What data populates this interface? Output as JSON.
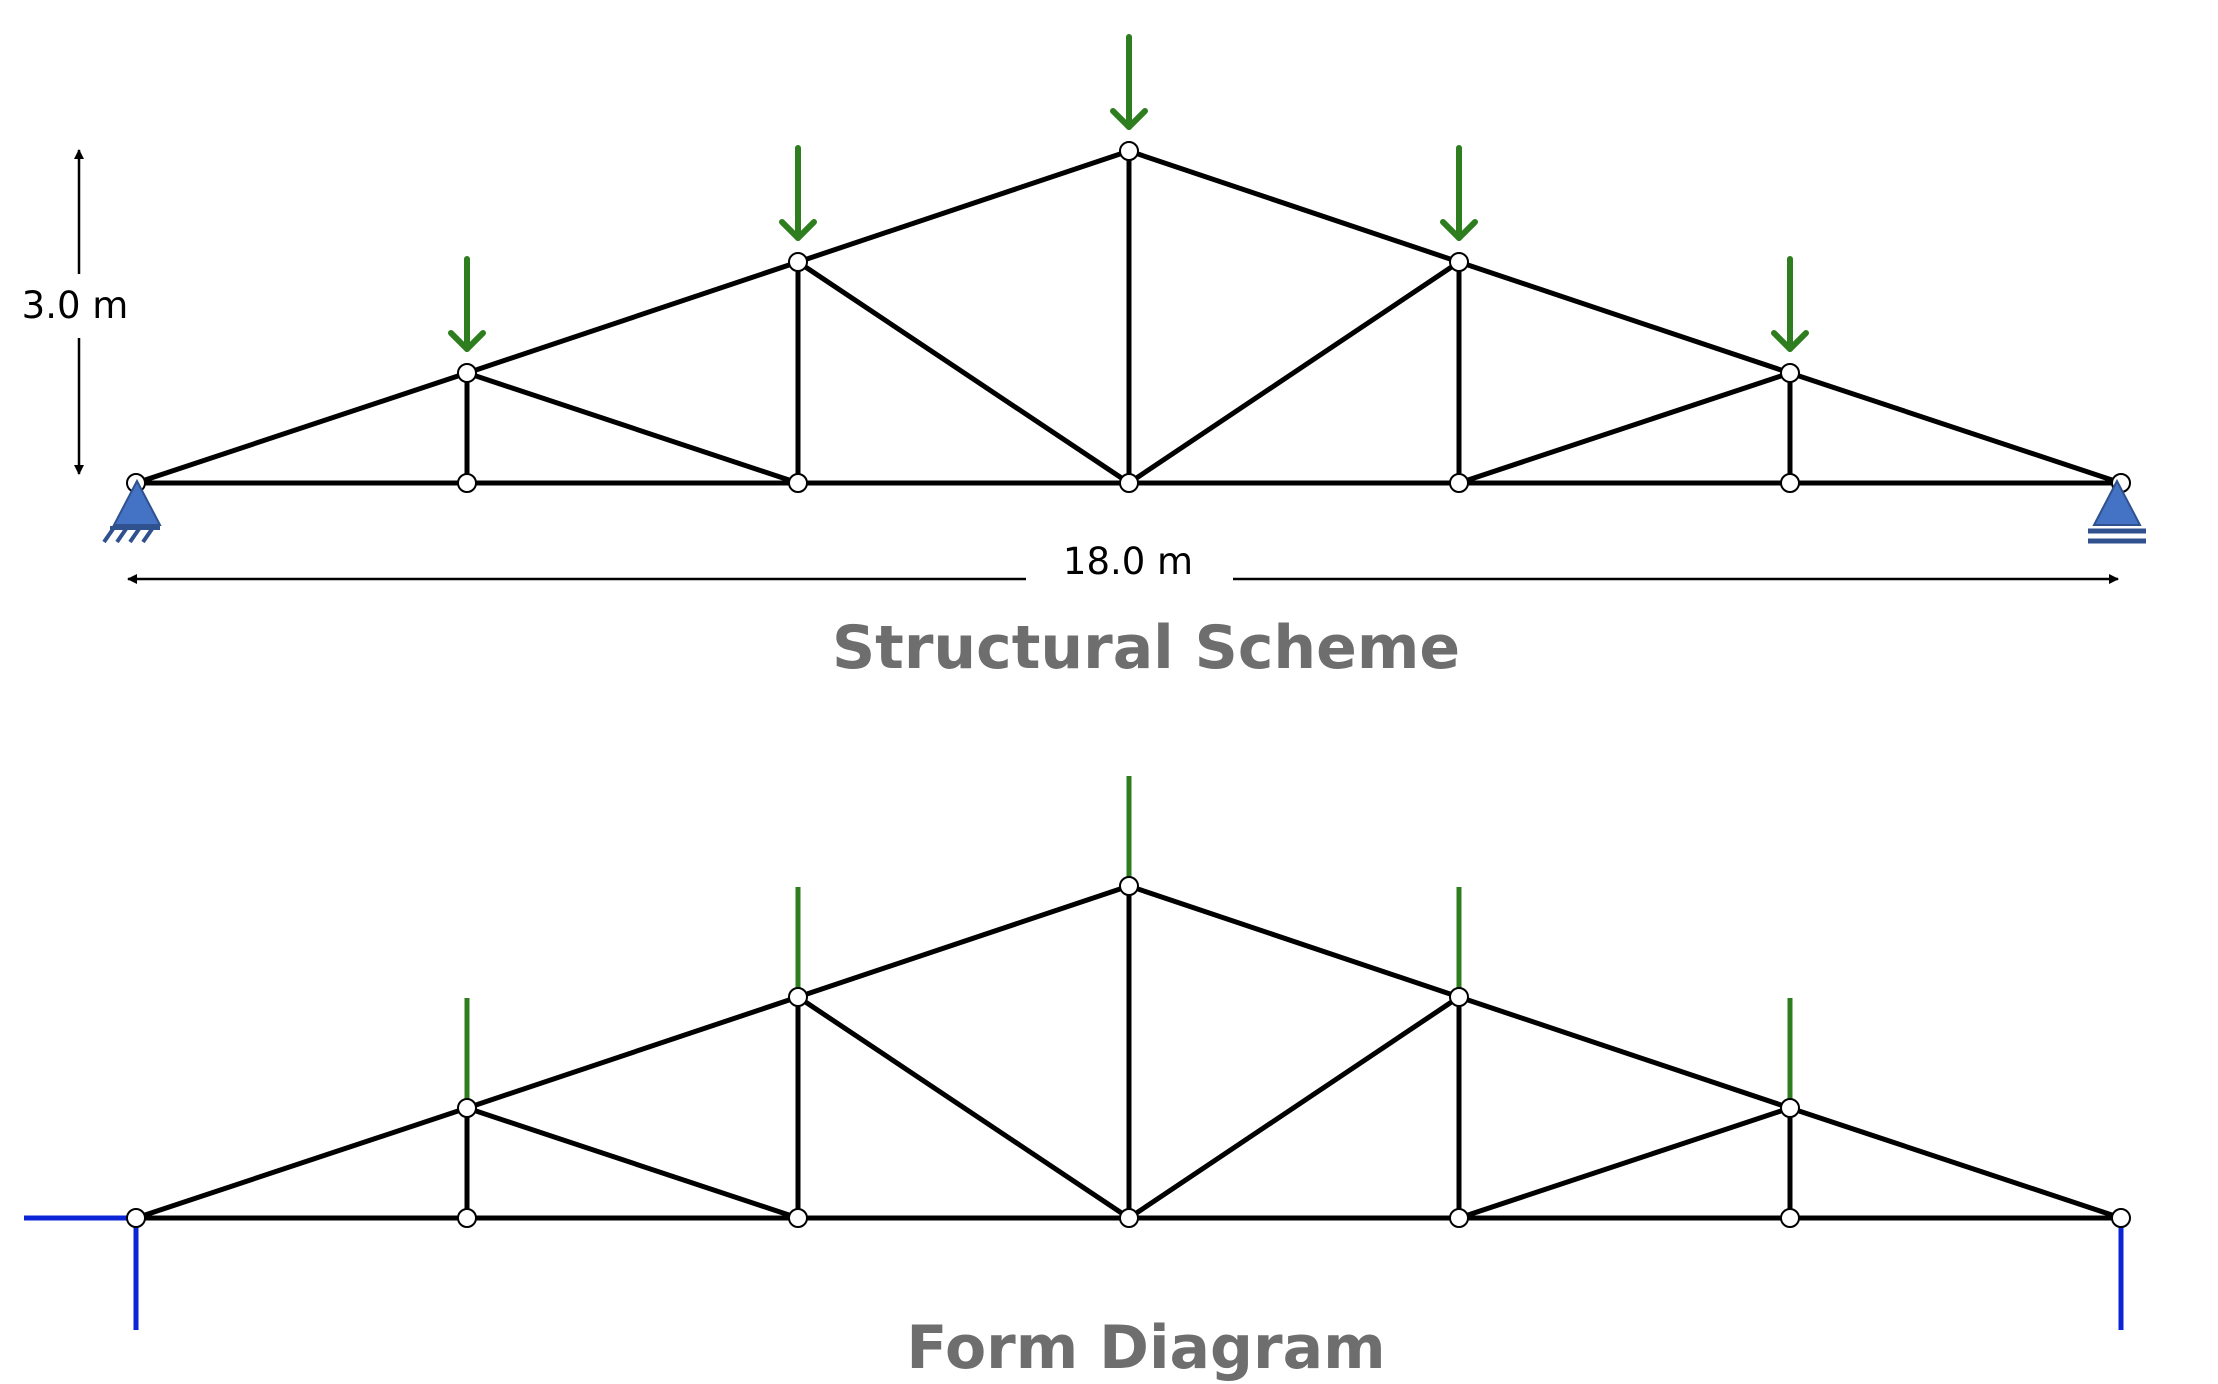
{
  "scheme": {
    "title": "Structural Scheme",
    "height_label": "3.0 m",
    "span_label": "18.0 m"
  },
  "form": {
    "title": "Form Diagram"
  },
  "colors": {
    "member": "#000000",
    "load": "#2e7d1f",
    "reaction": "#0a24d6",
    "support": "#4472c4",
    "title": "#6e6e6e"
  }
}
